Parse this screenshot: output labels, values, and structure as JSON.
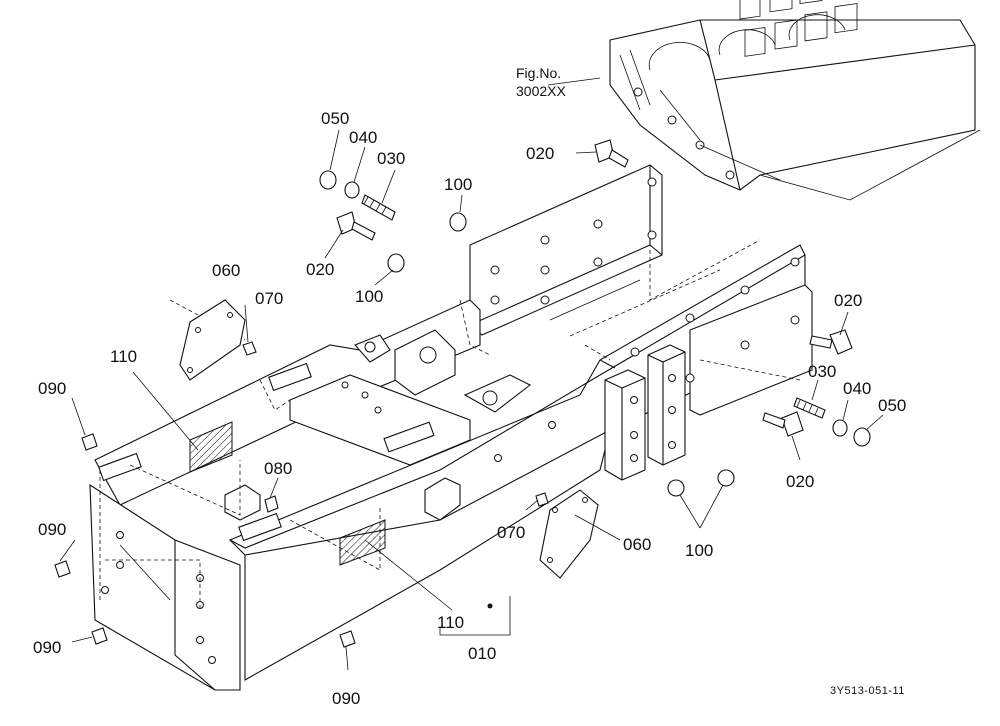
{
  "figure_reference": {
    "line1": "Fig.No.",
    "line2": "3002XX"
  },
  "document_id": "3Y513-051-11",
  "callouts": [
    {
      "id": "c050a",
      "label": "050"
    },
    {
      "id": "c040a",
      "label": "040"
    },
    {
      "id": "c030a",
      "label": "030"
    },
    {
      "id": "c020a",
      "label": "020"
    },
    {
      "id": "c100a",
      "label": "100"
    },
    {
      "id": "c020b",
      "label": "020"
    },
    {
      "id": "c100b",
      "label": "100"
    },
    {
      "id": "c060a",
      "label": "060"
    },
    {
      "id": "c070a",
      "label": "070"
    },
    {
      "id": "c110a",
      "label": "110"
    },
    {
      "id": "c090a",
      "label": "090"
    },
    {
      "id": "c080",
      "label": "080"
    },
    {
      "id": "c090b",
      "label": "090"
    },
    {
      "id": "c090c",
      "label": "090"
    },
    {
      "id": "c090d",
      "label": "090"
    },
    {
      "id": "c110b",
      "label": "110"
    },
    {
      "id": "c010",
      "label": "010"
    },
    {
      "id": "c070b",
      "label": "070"
    },
    {
      "id": "c060b",
      "label": "060"
    },
    {
      "id": "c100c",
      "label": "100"
    },
    {
      "id": "c020c",
      "label": "020"
    },
    {
      "id": "c030b",
      "label": "030"
    },
    {
      "id": "c040b",
      "label": "040"
    },
    {
      "id": "c050b",
      "label": "050"
    },
    {
      "id": "c020d",
      "label": "020"
    }
  ]
}
